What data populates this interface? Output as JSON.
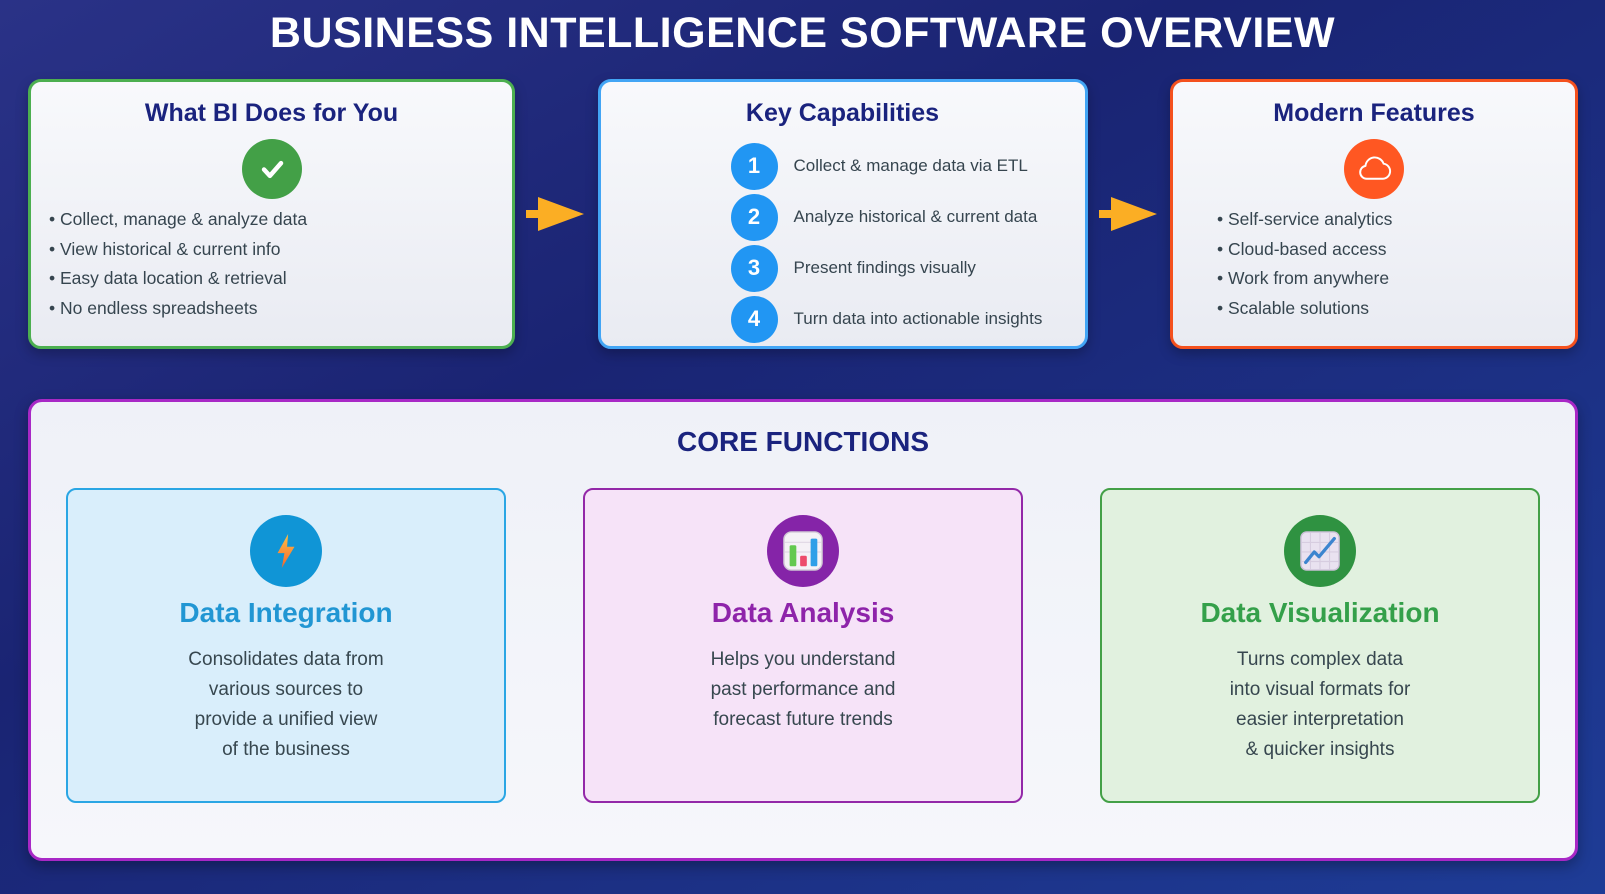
{
  "page": {
    "title": "BUSINESS INTELLIGENCE SOFTWARE OVERVIEW"
  },
  "top_cards": [
    {
      "title": "What BI Does for You",
      "icon": "check-icon",
      "accent_color": "#4caf50",
      "bullets": [
        "Collect, manage & analyze data",
        "View historical & current info",
        "Easy data location & retrieval",
        "No endless spreadsheets"
      ]
    },
    {
      "title": "Key Capabilities",
      "accent_color": "#42a5f5",
      "step_circle_color": "#2196f3",
      "steps": [
        {
          "num": "1",
          "label": "Collect & manage data via ETL"
        },
        {
          "num": "2",
          "label": "Analyze historical & current data"
        },
        {
          "num": "3",
          "label": "Present findings visually"
        },
        {
          "num": "4",
          "label": "Turn data into actionable insights"
        }
      ]
    },
    {
      "title": "Modern Features",
      "icon": "cloud-icon",
      "accent_color": "#f4511e",
      "bullets": [
        "Self-service analytics",
        "Cloud-based access",
        "Work from anywhere",
        "Scalable solutions"
      ]
    }
  ],
  "core_functions": {
    "title": "CORE FUNCTIONS",
    "cards": [
      {
        "title": "Data Integration",
        "icon": "lightning-icon",
        "accent_color": "#2aa6e4",
        "lines": [
          "Consolidates data from",
          "various sources to",
          "provide a unified view",
          "of the business"
        ]
      },
      {
        "title": "Data Analysis",
        "icon": "bar-chart-icon",
        "accent_color": "#9328a8",
        "lines": [
          "Helps you understand",
          "past performance and",
          "forecast future trends"
        ]
      },
      {
        "title": "Data Visualization",
        "icon": "line-chart-icon",
        "accent_color": "#43a047",
        "lines": [
          "Turns complex data",
          "into visual formats for",
          "easier interpretation",
          "& quicker insights"
        ]
      }
    ]
  },
  "colors": {
    "background_top": "#2a3287",
    "background_bottom": "#1e3c96",
    "heading_navy": "#1a237e",
    "body_text": "#36454f",
    "arrow": "#fbae24",
    "core_border": "#a828c6"
  }
}
